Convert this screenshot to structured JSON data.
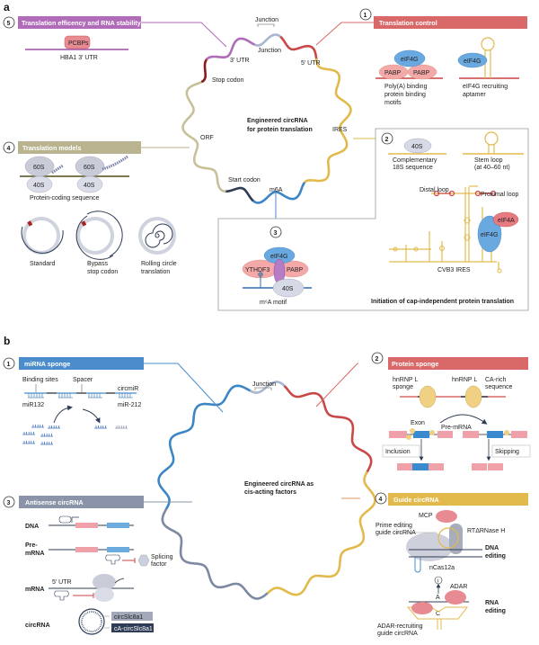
{
  "panel_a": {
    "label": "a",
    "center_title_line1": "Engineered circRNA",
    "center_title_line2": "for protein translation",
    "ring_labels": {
      "junction_top": "Junction",
      "junction_inner": "Junction",
      "utr3": "3′ UTR",
      "utr5": "5′ UTR",
      "stop_codon": "Stop codon",
      "orf": "ORF",
      "ires": "IRES",
      "start_codon": "Start codon",
      "m6a": "m6A"
    },
    "box1": {
      "number": "1",
      "title": "Translation control",
      "color": "#d96868",
      "item1": {
        "proteins": [
          "eIF4G",
          "PABP",
          "PABP"
        ],
        "caption": [
          "Poly(A) binding",
          "protein binding",
          "motifs"
        ]
      },
      "item2": {
        "protein": "eIF4G",
        "caption": [
          "eIF4G recruiting",
          "aptamer"
        ]
      }
    },
    "box2": {
      "number": "2",
      "item1": {
        "protein": "40S",
        "caption": [
          "Complementary",
          "18S sequence"
        ]
      },
      "item2": {
        "caption": [
          "Stem loop",
          "(at 40–60 nt)"
        ]
      },
      "distal_loop": "Distal loop",
      "proximal_loop": "Proximal loop",
      "eif4a": "eIF4A",
      "eif4g": "eIF4G",
      "ires_name": "CVB3 IRES",
      "footer": "Initiation of cap-independent protein translation"
    },
    "box3": {
      "number": "3",
      "proteins": [
        "eIF4G",
        "YTHDF3",
        "PABP",
        "40S"
      ],
      "caption": "m⁶A motif"
    },
    "box4": {
      "number": "4",
      "title": "Translation models",
      "color": "#b9b48f",
      "ribosome_large": "60S",
      "ribosome_small": "40S",
      "caption": "Protein-coding sequence",
      "models": [
        {
          "label": [
            "Standard"
          ]
        },
        {
          "label": [
            "Bypass",
            "stop codon"
          ]
        },
        {
          "label": [
            "Rolling circle",
            "translation"
          ]
        }
      ]
    },
    "box5": {
      "number": "5",
      "title": "Translation efficency and RNA stability",
      "color": "#b06cb8",
      "protein": "PCBPs",
      "caption": "HBA1 3′ UTR"
    }
  },
  "panel_b": {
    "label": "b",
    "center_title_line1": "Engineered circRNA as",
    "center_title_line2": "cis-acting factors",
    "junction": "Junction",
    "box1": {
      "number": "1",
      "title": "miRNA sponge",
      "color": "#4a8ccc",
      "binding_sites": "Binding sites",
      "spacer": "Spacer",
      "circmir": "circmiR",
      "mir132": "miR132",
      "mir212": "miR-212"
    },
    "box2": {
      "number": "2",
      "title": "Protein sponge",
      "color": "#d96868",
      "hnrnp_sponge": [
        "hnRNP L",
        "sponge"
      ],
      "hnrnp": "hnRNP L",
      "ca_rich": [
        "CA-rich",
        "sequence"
      ],
      "exon": "Exon",
      "pre_mrna": "Pre-mRNA",
      "inclusion": "Inclusion",
      "skipping": "Skipping"
    },
    "box3": {
      "number": "3",
      "title": "Antisense circRNA",
      "color": "#8a93a8",
      "rows": [
        "DNA",
        "Pre-",
        "mRNA",
        "mRNA",
        "circRNA"
      ],
      "splicing_factor": [
        "Splicing",
        "factor"
      ],
      "utr5": "5′ UTR",
      "circ1": "circSlc8a1",
      "circ2": "cA-circSlc8a1"
    },
    "box4": {
      "number": "4",
      "title": "Guide circRNA",
      "color": "#e2ba4c",
      "mcp": "MCP",
      "prime_guide": [
        "Prime editing",
        "guide circRNA"
      ],
      "rt": "RTΔRNase H",
      "dna_editing": [
        "DNA",
        "editing"
      ],
      "ncas": "nCas12a",
      "inosine": "I",
      "base_a": "A",
      "base_c": "C",
      "adar": "ADAR",
      "rna_editing": [
        "RNA",
        "editing"
      ],
      "adar_guide": [
        "ADAR-recruiting",
        "guide circRNA"
      ]
    }
  }
}
